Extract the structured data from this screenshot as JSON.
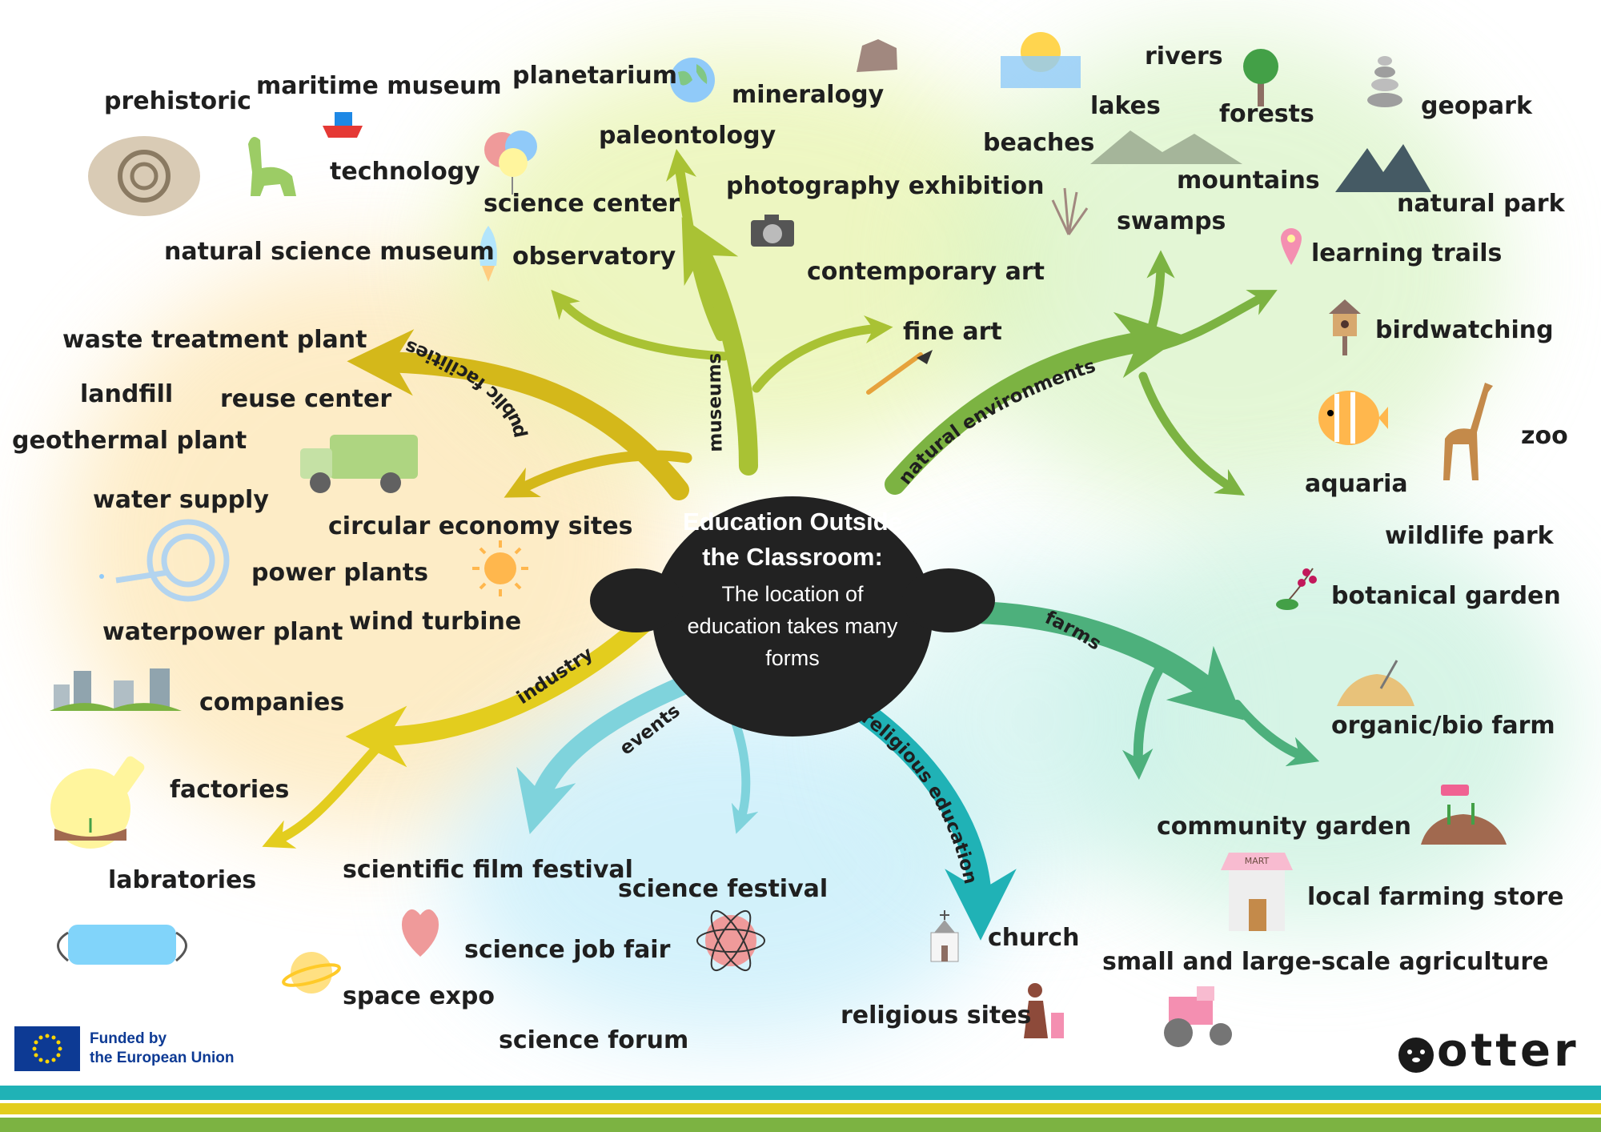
{
  "center": {
    "title_line1": "Education Outside",
    "title_line2": "the Classroom:",
    "subtitle": "The location of education takes many forms"
  },
  "branches": {
    "public_facilities": "public facilities",
    "museums": "museums",
    "natural_environments": "natural environments",
    "industry": "industry",
    "events": "events",
    "religious_education": "religious education",
    "farms": "farms"
  },
  "labels": {
    "prehistoric": "prehistoric",
    "maritime_museum": "maritime museum",
    "technology": "technology",
    "natural_science_museum": "natural science museum",
    "planetarium": "planetarium",
    "mineralogy": "mineralogy",
    "paleontology": "paleontology",
    "science_center": "science center",
    "photography_exhibition": "photography exhibition",
    "observatory": "observatory",
    "contemporary_art": "contemporary art",
    "fine_art": "fine art",
    "rivers": "rivers",
    "lakes": "lakes",
    "forests": "forests",
    "geopark": "geopark",
    "beaches": "beaches",
    "mountains": "mountains",
    "natural_park": "natural park",
    "swamps": "swamps",
    "learning_trails": "learning trails",
    "birdwatching": "birdwatching",
    "zoo": "zoo",
    "aquaria": "aquaria",
    "wildlife_park": "wildlife park",
    "botanical_garden": "botanical garden",
    "waste_treatment_plant": "waste treatment plant",
    "landfill": "landfill",
    "reuse_center": "reuse center",
    "geothermal_plant": "geothermal plant",
    "water_supply": "water supply",
    "circular_economy_sites": "circular economy sites",
    "power_plants": "power plants",
    "waterpower_plant": "waterpower plant",
    "wind_turbine": "wind turbine",
    "companies": "companies",
    "factories": "factories",
    "labratories": "labratories",
    "scientific_film_festival": "scientific film festival",
    "science_festival": "science festival",
    "science_job_fair": "science job fair",
    "space_expo": "space expo",
    "science_forum": "science forum",
    "church": "church",
    "religious_sites": "religious sites",
    "organic_bio_farm": "organic/bio farm",
    "community_garden": "community garden",
    "local_farming_store": "local farming store",
    "small_large_agriculture": "small and large-scale agriculture",
    "store_sign": "MART"
  },
  "footer": {
    "funded_line1": "Funded by",
    "funded_line2": "the European Union",
    "logo_text": "otter"
  },
  "colors": {
    "public_facilities": "#d4b81a",
    "museums": "#a9c234",
    "natural_environments": "#7cb342",
    "industry": "#e3cd1e",
    "events": "#7fd3dc",
    "religious_education": "#20b2b6",
    "farms": "#4db07c",
    "center": "#222222",
    "stripe_teal": "#20b2b6",
    "stripe_yellow": "#e3cd1e",
    "stripe_green": "#7cb342"
  }
}
